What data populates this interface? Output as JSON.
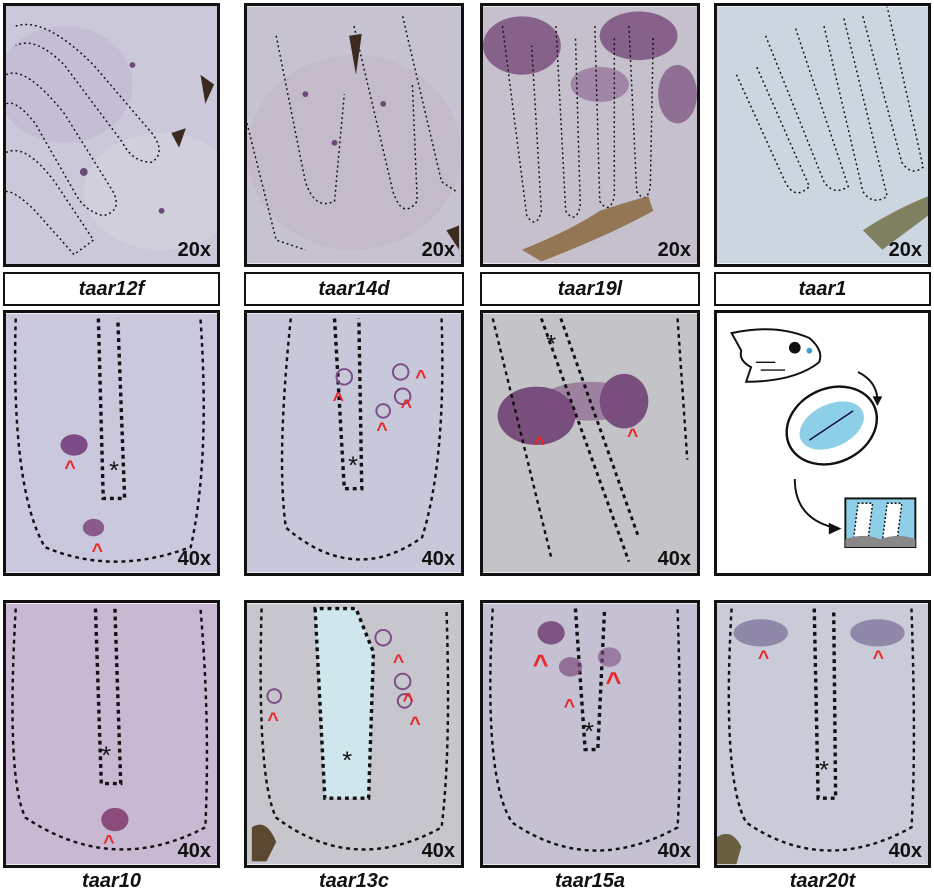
{
  "row1": {
    "panels": [
      {
        "magnification": "20x",
        "label": "taar12f"
      },
      {
        "magnification": "20x",
        "label": "taar14d"
      },
      {
        "magnification": "20x",
        "label": "taar19l"
      },
      {
        "magnification": "20x",
        "label": "taar1"
      }
    ]
  },
  "row2": {
    "panels": [
      {
        "magnification": "40x"
      },
      {
        "magnification": "40x"
      },
      {
        "magnification": "40x"
      }
    ]
  },
  "row3": {
    "panels": [
      {
        "magnification": "40x",
        "label": "taar10"
      },
      {
        "magnification": "40x",
        "label": "taar13c"
      },
      {
        "magnification": "40x",
        "label": "taar15a"
      },
      {
        "magnification": "40x",
        "label": "taar20t"
      }
    ]
  },
  "colors": {
    "tissue_light": "#c9c5dc",
    "tissue_pink": "#b79cc4",
    "stain_purple": "#6b3a6e",
    "arrowhead_red": "#e8282a",
    "outline": "#111111",
    "schematic_blue": "#8ecfe8"
  }
}
